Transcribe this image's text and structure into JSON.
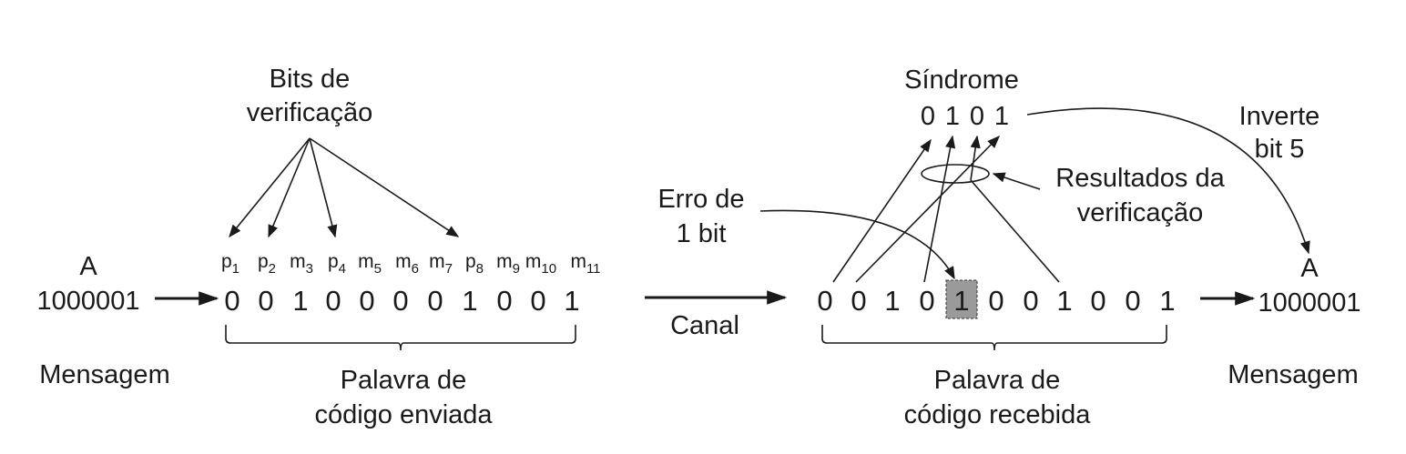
{
  "left": {
    "message_letter": "A",
    "message_bits": "1000001",
    "message_label": "Mensagem",
    "check_bits_title": [
      "Bits de",
      "verificação"
    ],
    "positions": [
      {
        "letter": "p",
        "sub": "1"
      },
      {
        "letter": "p",
        "sub": "2"
      },
      {
        "letter": "m",
        "sub": "3"
      },
      {
        "letter": "p",
        "sub": "4"
      },
      {
        "letter": "m",
        "sub": "5"
      },
      {
        "letter": "m",
        "sub": "6"
      },
      {
        "letter": "m",
        "sub": "7"
      },
      {
        "letter": "p",
        "sub": "8"
      },
      {
        "letter": "m",
        "sub": "9"
      },
      {
        "letter": "m",
        "sub": "10"
      },
      {
        "letter": "m",
        "sub": "11"
      }
    ],
    "codeword_bits": [
      "0",
      "0",
      "1",
      "0",
      "0",
      "0",
      "0",
      "1",
      "0",
      "0",
      "1"
    ],
    "codeword_label": [
      "Palavra de",
      "código enviada"
    ]
  },
  "channel": {
    "label": "Canal",
    "error_label": [
      "Erro de",
      "1 bit"
    ]
  },
  "right": {
    "syndrome_title": "Síndrome",
    "syndrome_bits": [
      "0",
      "1",
      "0",
      "1"
    ],
    "check_results_label": [
      "Resultados da",
      "verificação"
    ],
    "invert_label": [
      "Inverte",
      "bit 5"
    ],
    "received_bits": [
      "0",
      "0",
      "1",
      "0",
      "1",
      "0",
      "0",
      "1",
      "0",
      "0",
      "1"
    ],
    "highlighted_bit_index": 4,
    "codeword_label": [
      "Palavra de",
      "código recebida"
    ],
    "message_letter": "A",
    "message_bits": "1000001",
    "message_label": "Mensagem"
  },
  "colors": {
    "ink": "#1a1a1a",
    "error_highlight": "#9a9a9a",
    "background": "#ffffff"
  }
}
